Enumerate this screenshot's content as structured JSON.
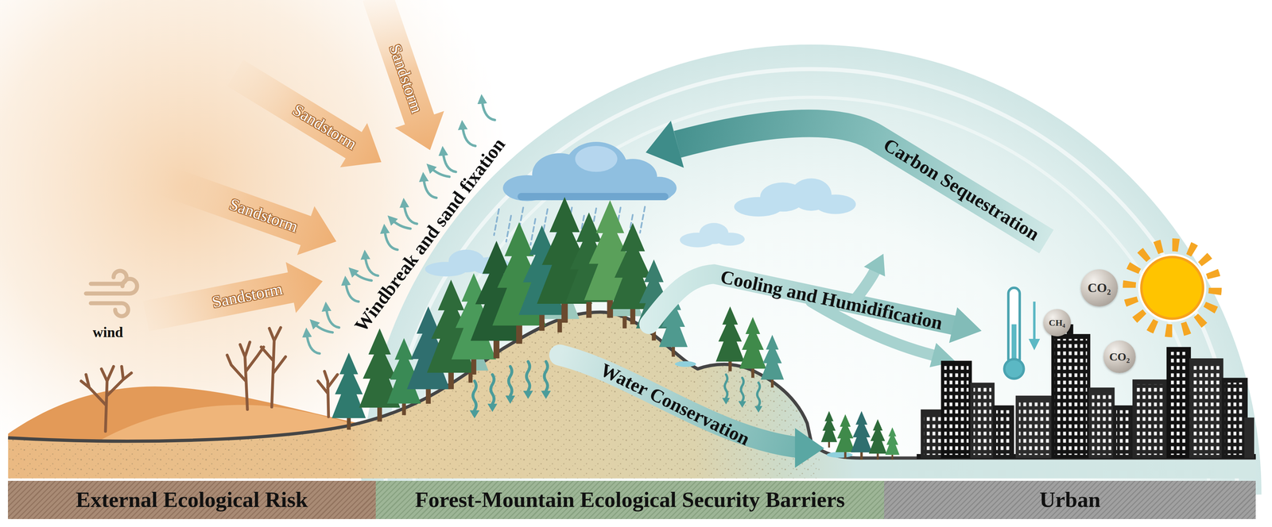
{
  "diagram": {
    "nodes": [
      {
        "text": [
          "CO₂"
        ]
      },
      {
        "text": [
          "CH₄"
        ]
      },
      {
        "text": [
          "CO₂"
        ]
      },
      {
        "text": [
          "External Ecological Risk"
        ]
      },
      {
        "text": [
          "Forest-Mountain Ecological Security Barriers"
        ]
      },
      {
        "text": [
          "Urban"
        ]
      }
    ],
    "labels": [
      "Sandstorm",
      "Sandstorm",
      "Sandstorm",
      "Sandstorm",
      "wind",
      "Windbreak and sand fixation",
      "Carbon Sequestration",
      "Cooling and Humidification",
      "Water Conservation"
    ]
  }
}
